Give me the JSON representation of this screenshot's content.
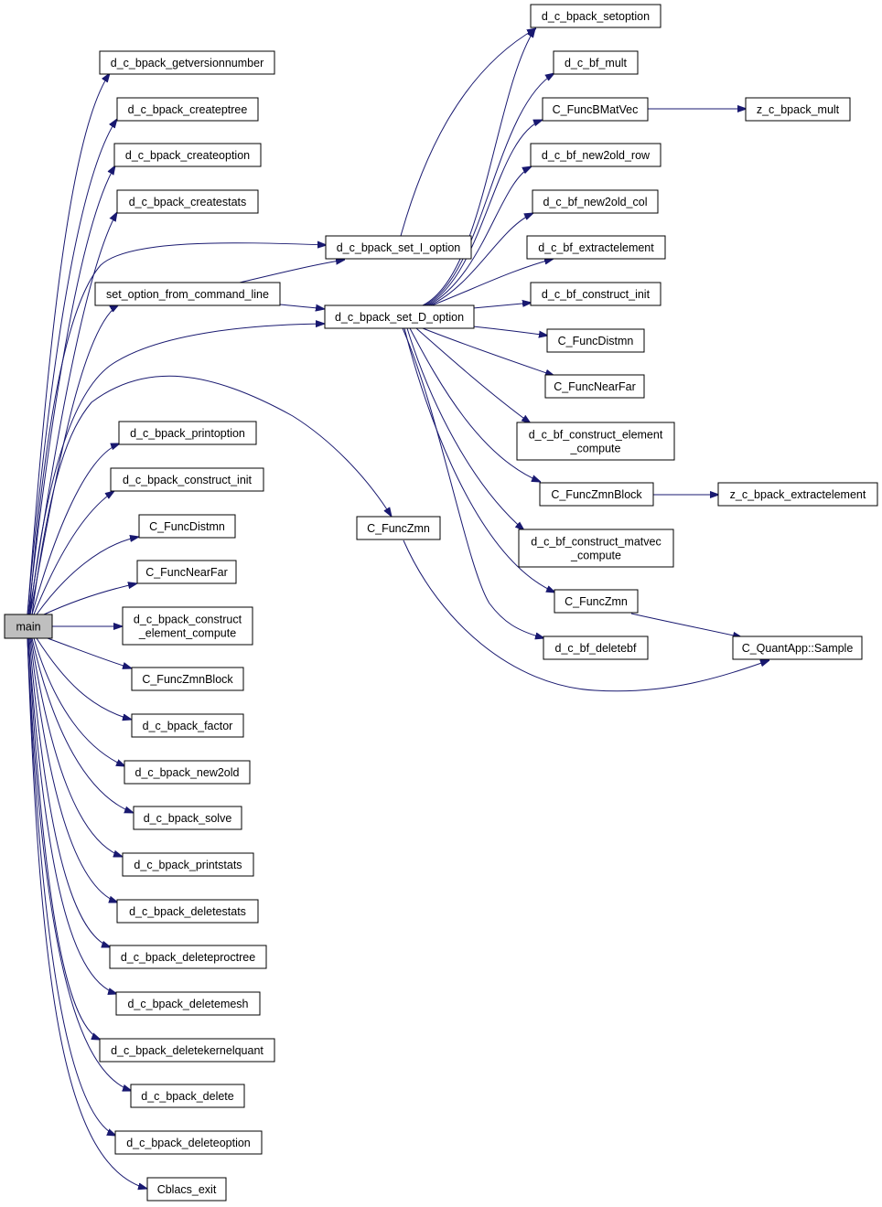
{
  "colors": {
    "edge": "#191970",
    "root_fill": "#bfbfbf",
    "node_fill": "#ffffff"
  },
  "nodes": {
    "main": [
      "main"
    ],
    "getversion": [
      "d_c_bpack_getversionnumber"
    ],
    "createptree": [
      "d_c_bpack_createptree"
    ],
    "createoption": [
      "d_c_bpack_createoption"
    ],
    "createstats": [
      "d_c_bpack_createstats"
    ],
    "setopt_cmd": [
      "set_option_from_command_line"
    ],
    "printoption": [
      "d_c_bpack_printoption"
    ],
    "construct_init": [
      "d_c_bpack_construct_init"
    ],
    "distmn_l": [
      "C_FuncDistmn"
    ],
    "nearfar_l": [
      "C_FuncNearFar"
    ],
    "construct_elem": [
      "d_c_bpack_construct",
      "_element_compute"
    ],
    "zmnblock_l": [
      "C_FuncZmnBlock"
    ],
    "factor": [
      "d_c_bpack_factor"
    ],
    "new2old": [
      "d_c_bpack_new2old"
    ],
    "solve": [
      "d_c_bpack_solve"
    ],
    "printstats": [
      "d_c_bpack_printstats"
    ],
    "deletestats": [
      "d_c_bpack_deletestats"
    ],
    "deleteproctree": [
      "d_c_bpack_deleteproctree"
    ],
    "deletemesh": [
      "d_c_bpack_deletemesh"
    ],
    "deletekernelquant": [
      "d_c_bpack_deletekernelquant"
    ],
    "delete": [
      "d_c_bpack_delete"
    ],
    "deleteoption": [
      "d_c_bpack_deleteoption"
    ],
    "cblacs_exit": [
      "Cblacs_exit"
    ],
    "set_I": [
      "d_c_bpack_set_I_option"
    ],
    "set_D": [
      "d_c_bpack_set_D_option"
    ],
    "zmn_mid": [
      "C_FuncZmn"
    ],
    "setoption": [
      "d_c_bpack_setoption"
    ],
    "bf_mult": [
      "d_c_bf_mult"
    ],
    "bmatvec": [
      "C_FuncBMatVec"
    ],
    "new2old_row": [
      "d_c_bf_new2old_row"
    ],
    "new2old_col": [
      "d_c_bf_new2old_col"
    ],
    "bf_extract": [
      "d_c_bf_extractelement"
    ],
    "bf_cinit": [
      "d_c_bf_construct_init"
    ],
    "distmn_r": [
      "C_FuncDistmn"
    ],
    "nearfar_r": [
      "C_FuncNearFar"
    ],
    "bf_celem": [
      "d_c_bf_construct_element",
      "_compute"
    ],
    "zmnblock_r": [
      "C_FuncZmnBlock"
    ],
    "bf_cmatvec": [
      "d_c_bf_construct_matvec",
      "_compute"
    ],
    "zmn_r": [
      "C_FuncZmn"
    ],
    "deletebf": [
      "d_c_bf_deletebf"
    ],
    "z_mult": [
      "z_c_bpack_mult"
    ],
    "z_extract": [
      "z_c_bpack_extractelement"
    ],
    "sample": [
      "C_QuantApp::Sample"
    ]
  }
}
